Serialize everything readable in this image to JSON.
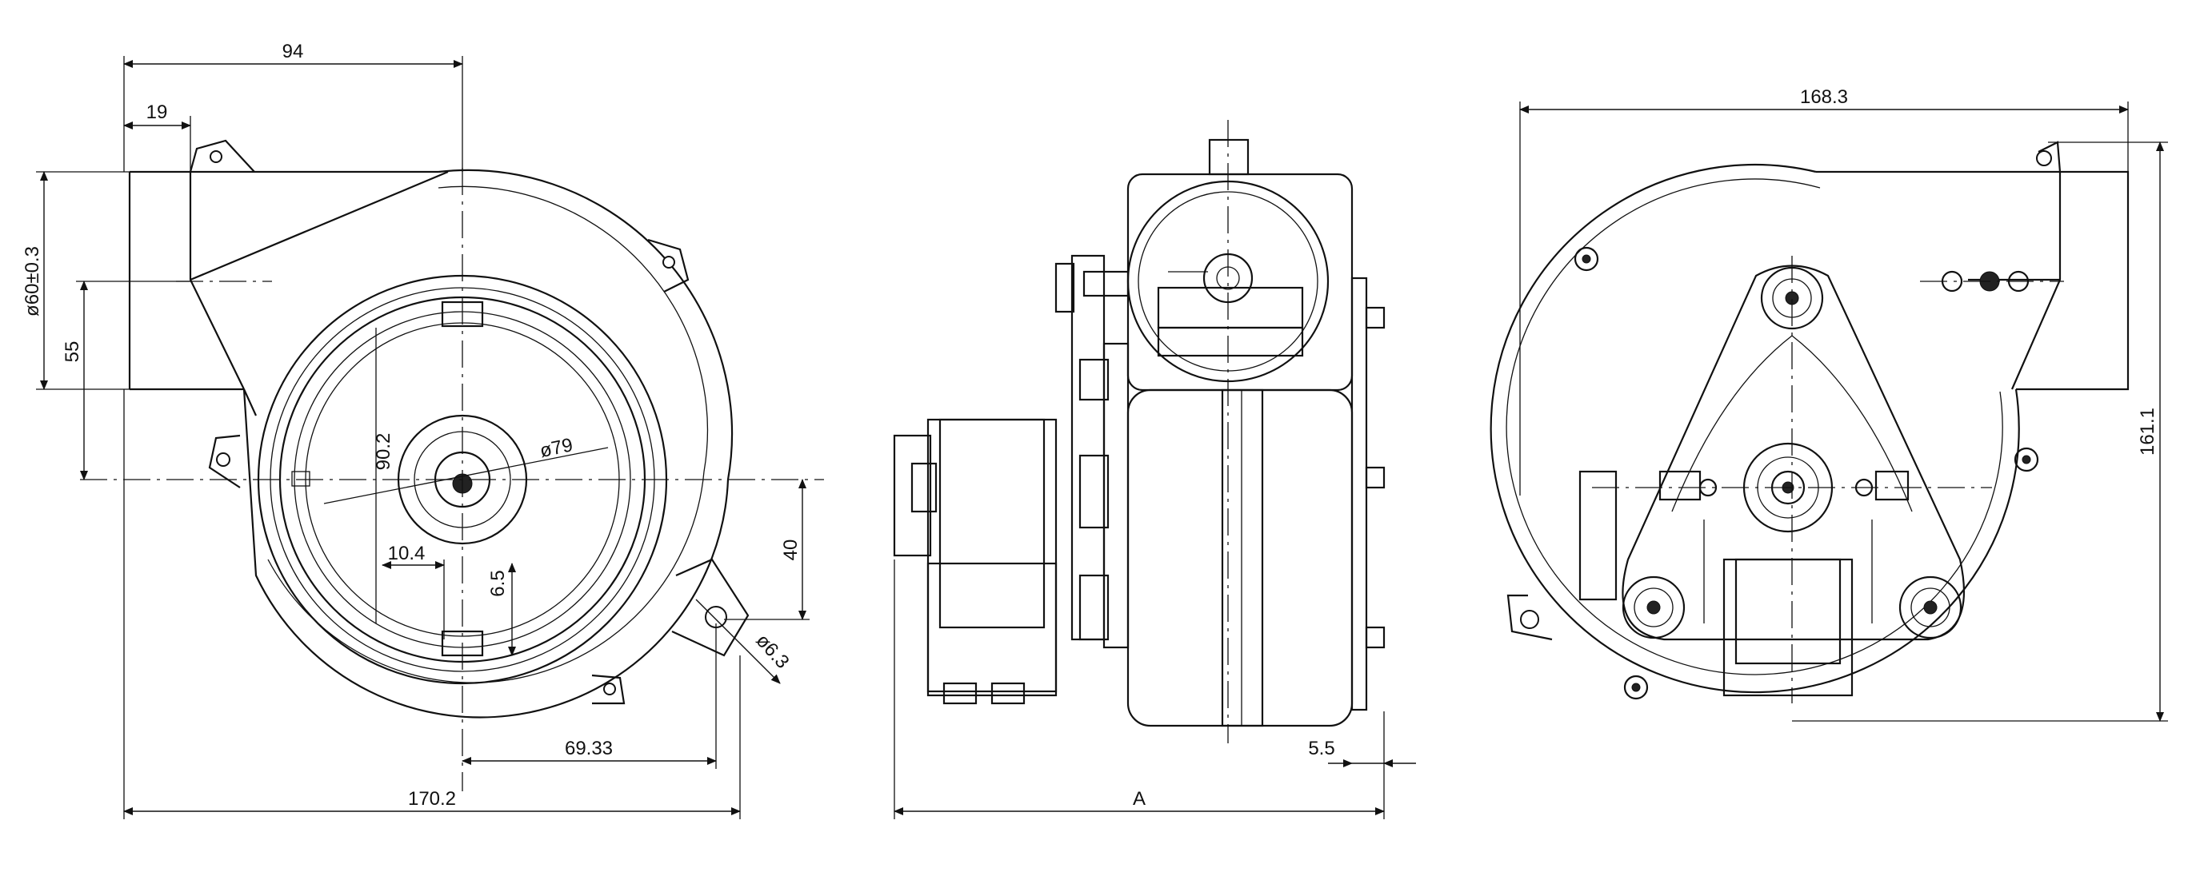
{
  "drawing_title": "",
  "views": {
    "front": {
      "dim_width_top": "94",
      "dim_offset_top": "19",
      "dim_outlet_diameter": "ø60±0.3",
      "dim_outlet_height": "55",
      "dim_impeller_inner": "90.2",
      "dim_impeller_outer": "ø79",
      "dim_slot_width": "10.4",
      "dim_slot_height": "6.5",
      "dim_hole_drop": "40",
      "dim_hole_diameter": "ø6.3",
      "dim_hole_offset": "69.33",
      "dim_overall_width": "170.2"
    },
    "side": {
      "dim_flange": "5.5",
      "dim_overall_length": "A"
    },
    "rear": {
      "dim_overall_width": "168.3",
      "dim_overall_height": "161.1"
    }
  },
  "colors": {
    "line": "#111111",
    "paper": "#ffffff"
  }
}
